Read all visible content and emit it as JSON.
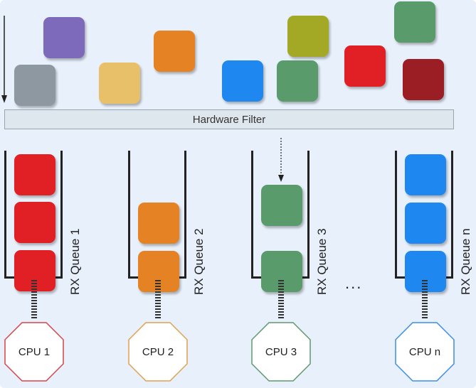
{
  "filter": {
    "label": "Hardware Filter"
  },
  "queues": [
    {
      "label": "RX Queue 1",
      "cpu": "CPU 1",
      "cpu_color": "#d9434a",
      "packets": [
        "#e02025",
        "#e02025",
        "#e02025"
      ]
    },
    {
      "label": "RX Queue 2",
      "cpu": "CPU 2",
      "cpu_color": "#e0a050",
      "packets": [
        "#e58224",
        "#e58224"
      ]
    },
    {
      "label": "RX Queue 3",
      "cpu": "CPU 3",
      "cpu_color": "#5f9970",
      "packets": [
        "#5a9b6c",
        "#5a9b6c"
      ]
    },
    {
      "label": "RX Queue n",
      "cpu": "CPU n",
      "cpu_color": "#3b8ee6",
      "packets": [
        "#1e88f0",
        "#1e88f0",
        "#1e88f0"
      ]
    }
  ],
  "ellipsis": "...",
  "incoming_packets": {
    "colors": [
      "#7e6aba",
      "#8e98a1",
      "#e8c06a",
      "#e58224",
      "#1e88f0",
      "#a3a825",
      "#5a9b6c",
      "#e02025",
      "#5a9b6c",
      "#9a1e24"
    ]
  },
  "icons": {
    "main_flow": "down-arrow-icon",
    "filter_to_queue": "dotted-down-arrow-icon",
    "cpu": "octagon-icon"
  }
}
